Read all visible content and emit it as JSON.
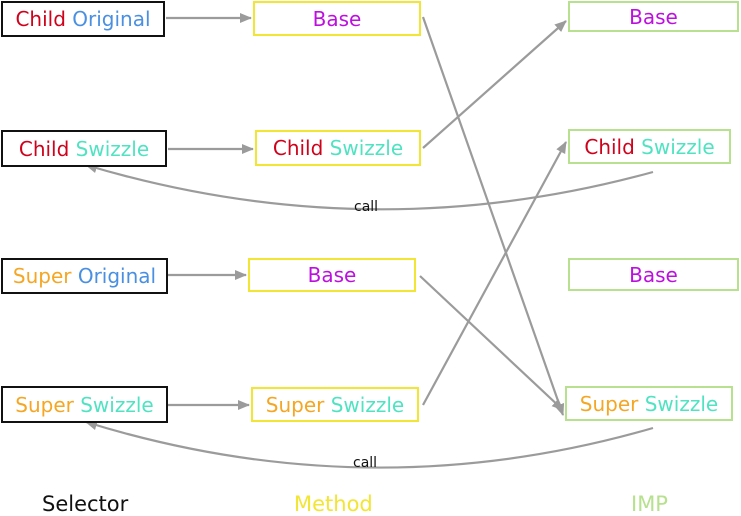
{
  "selectors": [
    {
      "class_word": "Child",
      "kind_word": "Original"
    },
    {
      "class_word": "Child",
      "kind_word": "Swizzle"
    },
    {
      "class_word": "Super",
      "kind_word": "Original"
    },
    {
      "class_word": "Super",
      "kind_word": "Swizzle"
    }
  ],
  "methods": [
    {
      "label": "Base"
    },
    {
      "class_word": "Child",
      "kind_word": "Swizzle"
    },
    {
      "label": "Base"
    },
    {
      "class_word": "Super",
      "kind_word": "Swizzle"
    }
  ],
  "imps": [
    {
      "label": "Base"
    },
    {
      "class_word": "Child",
      "kind_word": "Swizzle"
    },
    {
      "label": "Base"
    },
    {
      "class_word": "Super",
      "kind_word": "Swizzle"
    }
  ],
  "call_labels": [
    "call",
    "call"
  ],
  "column_titles": {
    "selector": "Selector",
    "method": "Method",
    "imp": "IMP"
  },
  "colors": {
    "child": "#d0021b",
    "super": "#f5a623",
    "original": "#4a90e2",
    "swizzle": "#50e3c2",
    "base": "#bd10e0",
    "selector_border": "#111111",
    "method_border": "#f2e533",
    "imp_border": "#b7e08f",
    "arrow": "#9b9b9b"
  }
}
